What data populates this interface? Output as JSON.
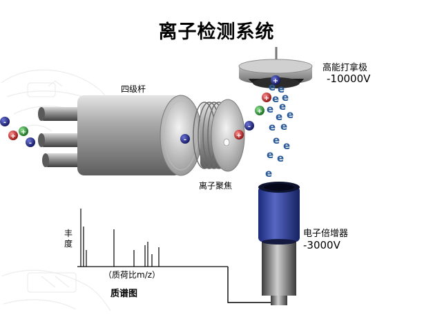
{
  "title": "离子检测系统",
  "quadrupole_label": "四级杆",
  "ion_focus_label": "离子聚焦",
  "dynode_label": "高能打拿极",
  "dynode_voltage": "-10000V",
  "multiplier_label": "电子倍增器",
  "multiplier_voltage": "-3000V",
  "spectrum": {
    "y_label": "丰\n度",
    "x_label": "（质荷比m/z）",
    "caption": "质谱图"
  },
  "ion_signs": {
    "positive": "+",
    "negative": "-"
  },
  "electron_symbol": "e",
  "colors": {
    "ion_red": "#c21a1a",
    "ion_green": "#1f9a2b",
    "ion_navy": "#1b1f8a",
    "electron": "#2a5a9a",
    "multiplier_blue": "#2f3f9a"
  }
}
